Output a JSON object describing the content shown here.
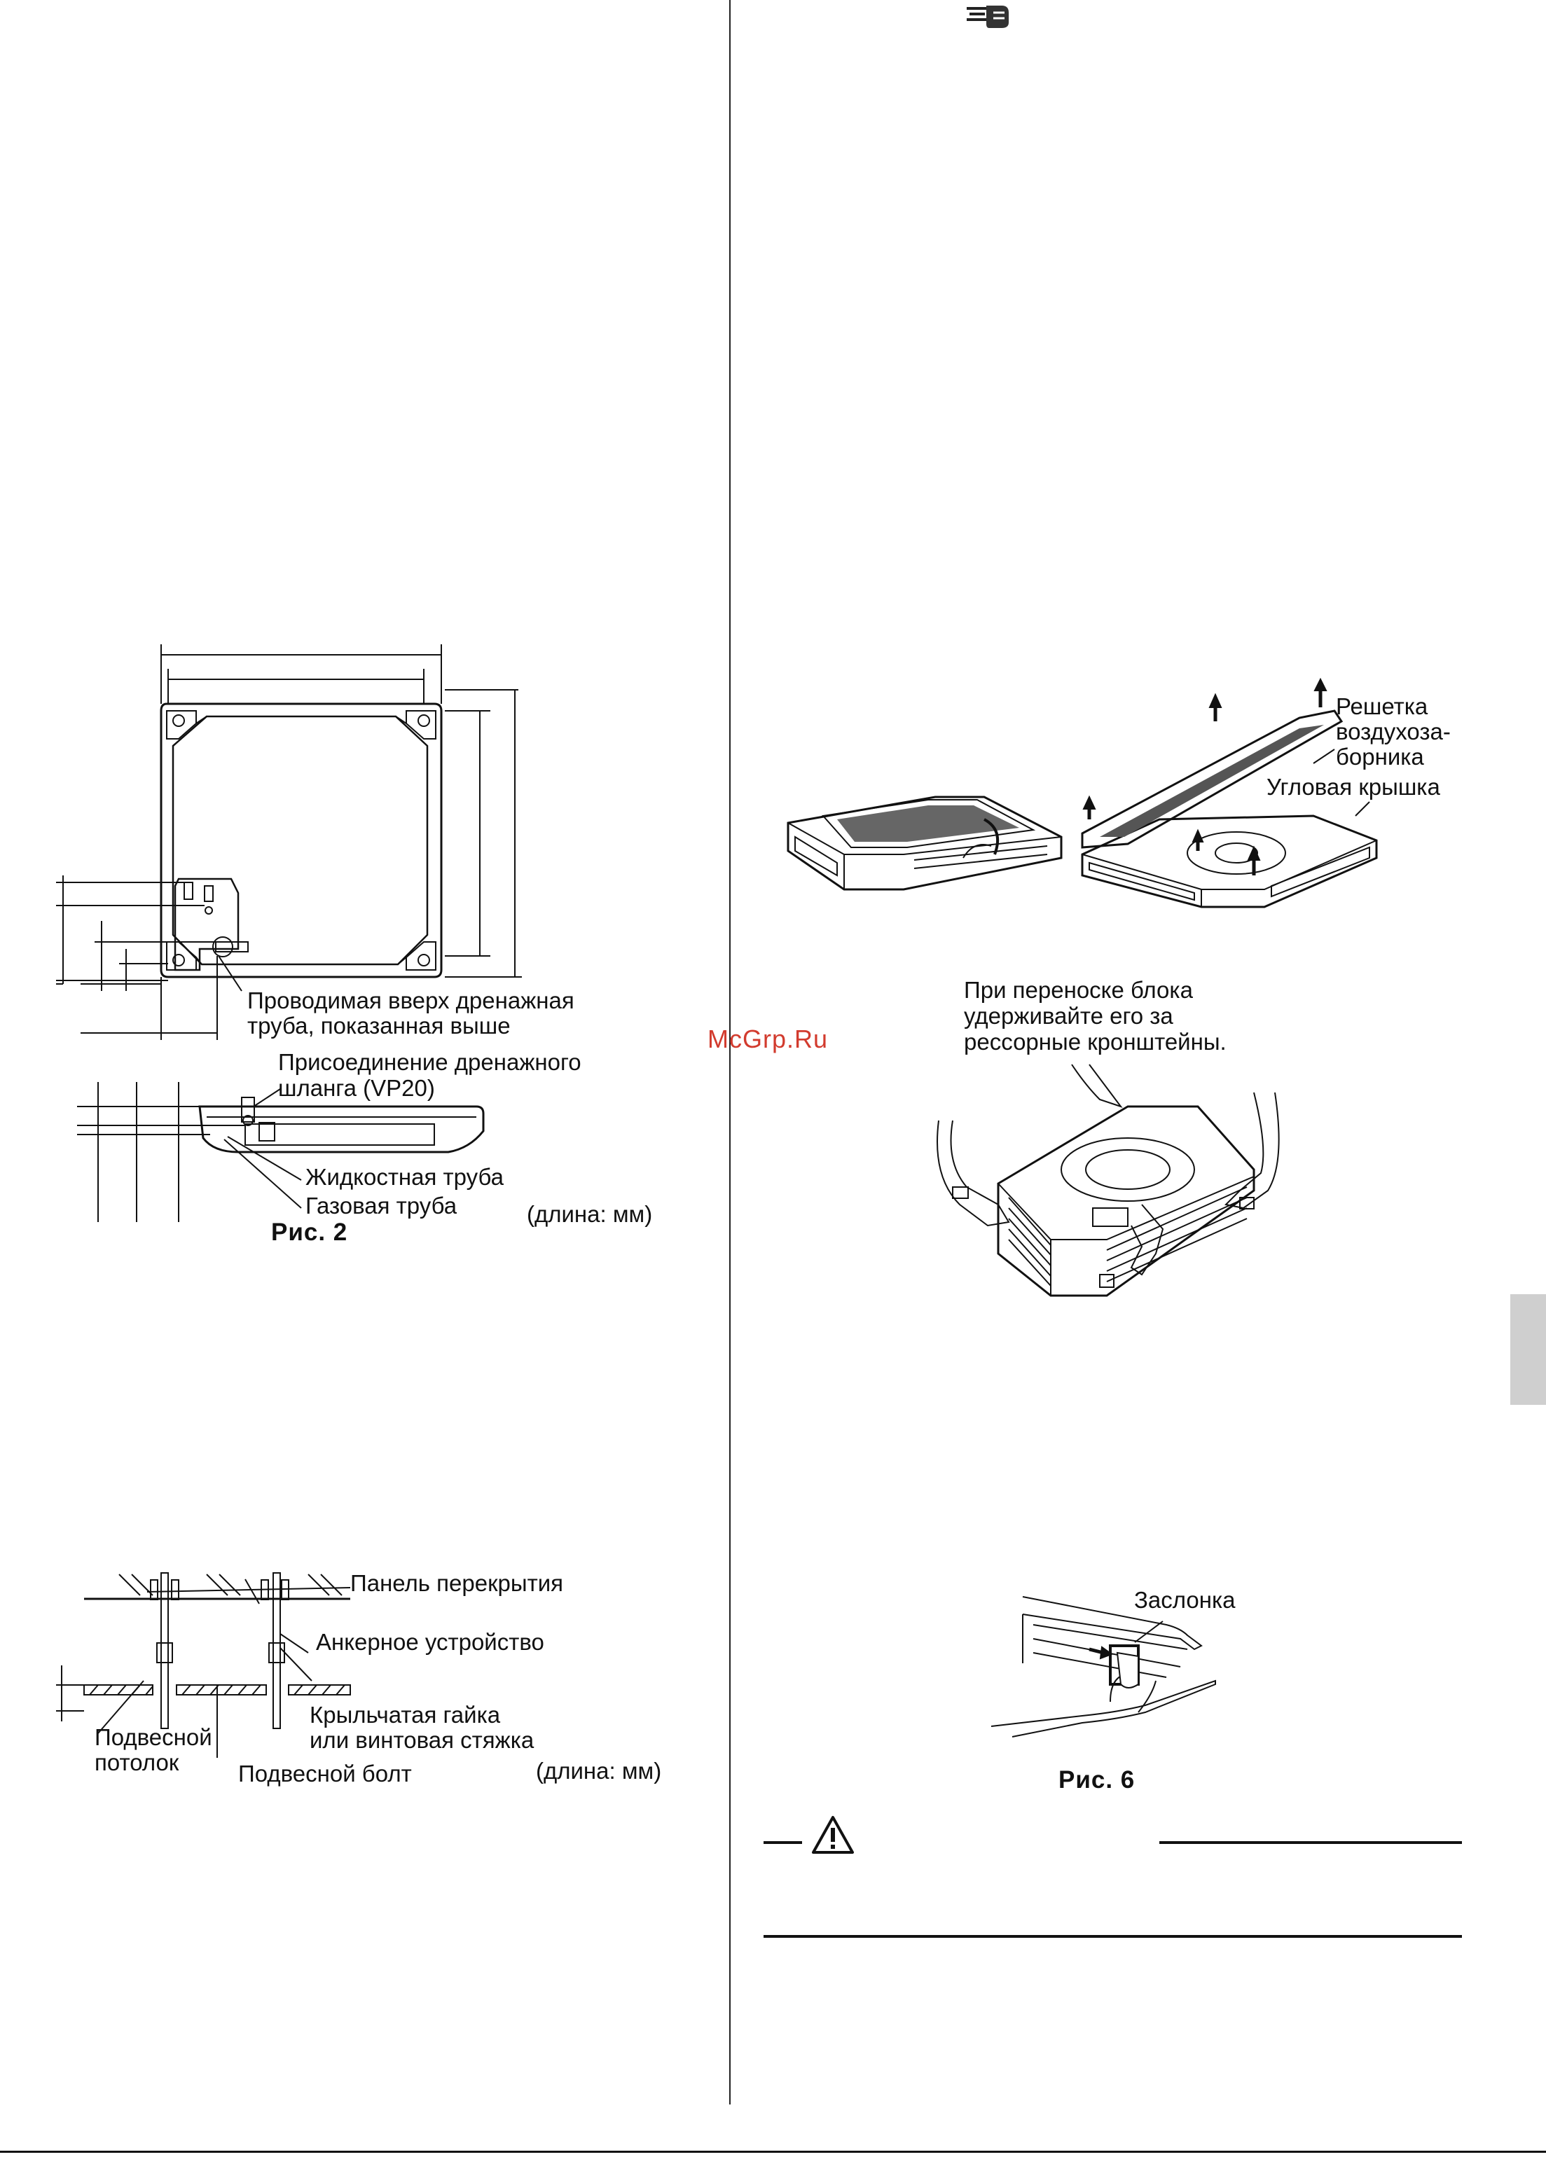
{
  "watermark": "McGrp.Ru",
  "icons": {
    "hand": "pointing-hand-icon",
    "warning": "warning-triangle-icon"
  },
  "figure2": {
    "label_drain_up_1": "Проводимая вверх дренажная",
    "label_drain_up_2": "труба, показанная выше",
    "label_hose_1": "Присоединение дренажного",
    "label_hose_2": "шланга (VP20)",
    "label_liquid": "Жидкостная труба",
    "label_gas": "Газовая труба",
    "units": "(длина: мм)",
    "caption": "Рис. 2"
  },
  "figure3": {
    "label_panel": "Панель перекрытия",
    "label_anchor": "Анкерное устройство",
    "label_nut_1": "Крыльчатая гайка",
    "label_nut_2": "или винтовая стяжка",
    "label_ceiling_1": "Подвесной",
    "label_ceiling_2": "потолок",
    "label_bolt": "Подвесной болт",
    "units": "(длина: мм)"
  },
  "figure_grille": {
    "label_grille_1": "Решетка",
    "label_grille_2": "воздухоза-",
    "label_grille_3": "борника",
    "label_corner": "Угловая крышка"
  },
  "figure_carry": {
    "note_1": "При переноске блока",
    "note_2": "удерживайте его за",
    "note_3": "рессорные кронштейны."
  },
  "figure6": {
    "label_shutter": "Заслонка",
    "caption": "Рис. 6"
  }
}
